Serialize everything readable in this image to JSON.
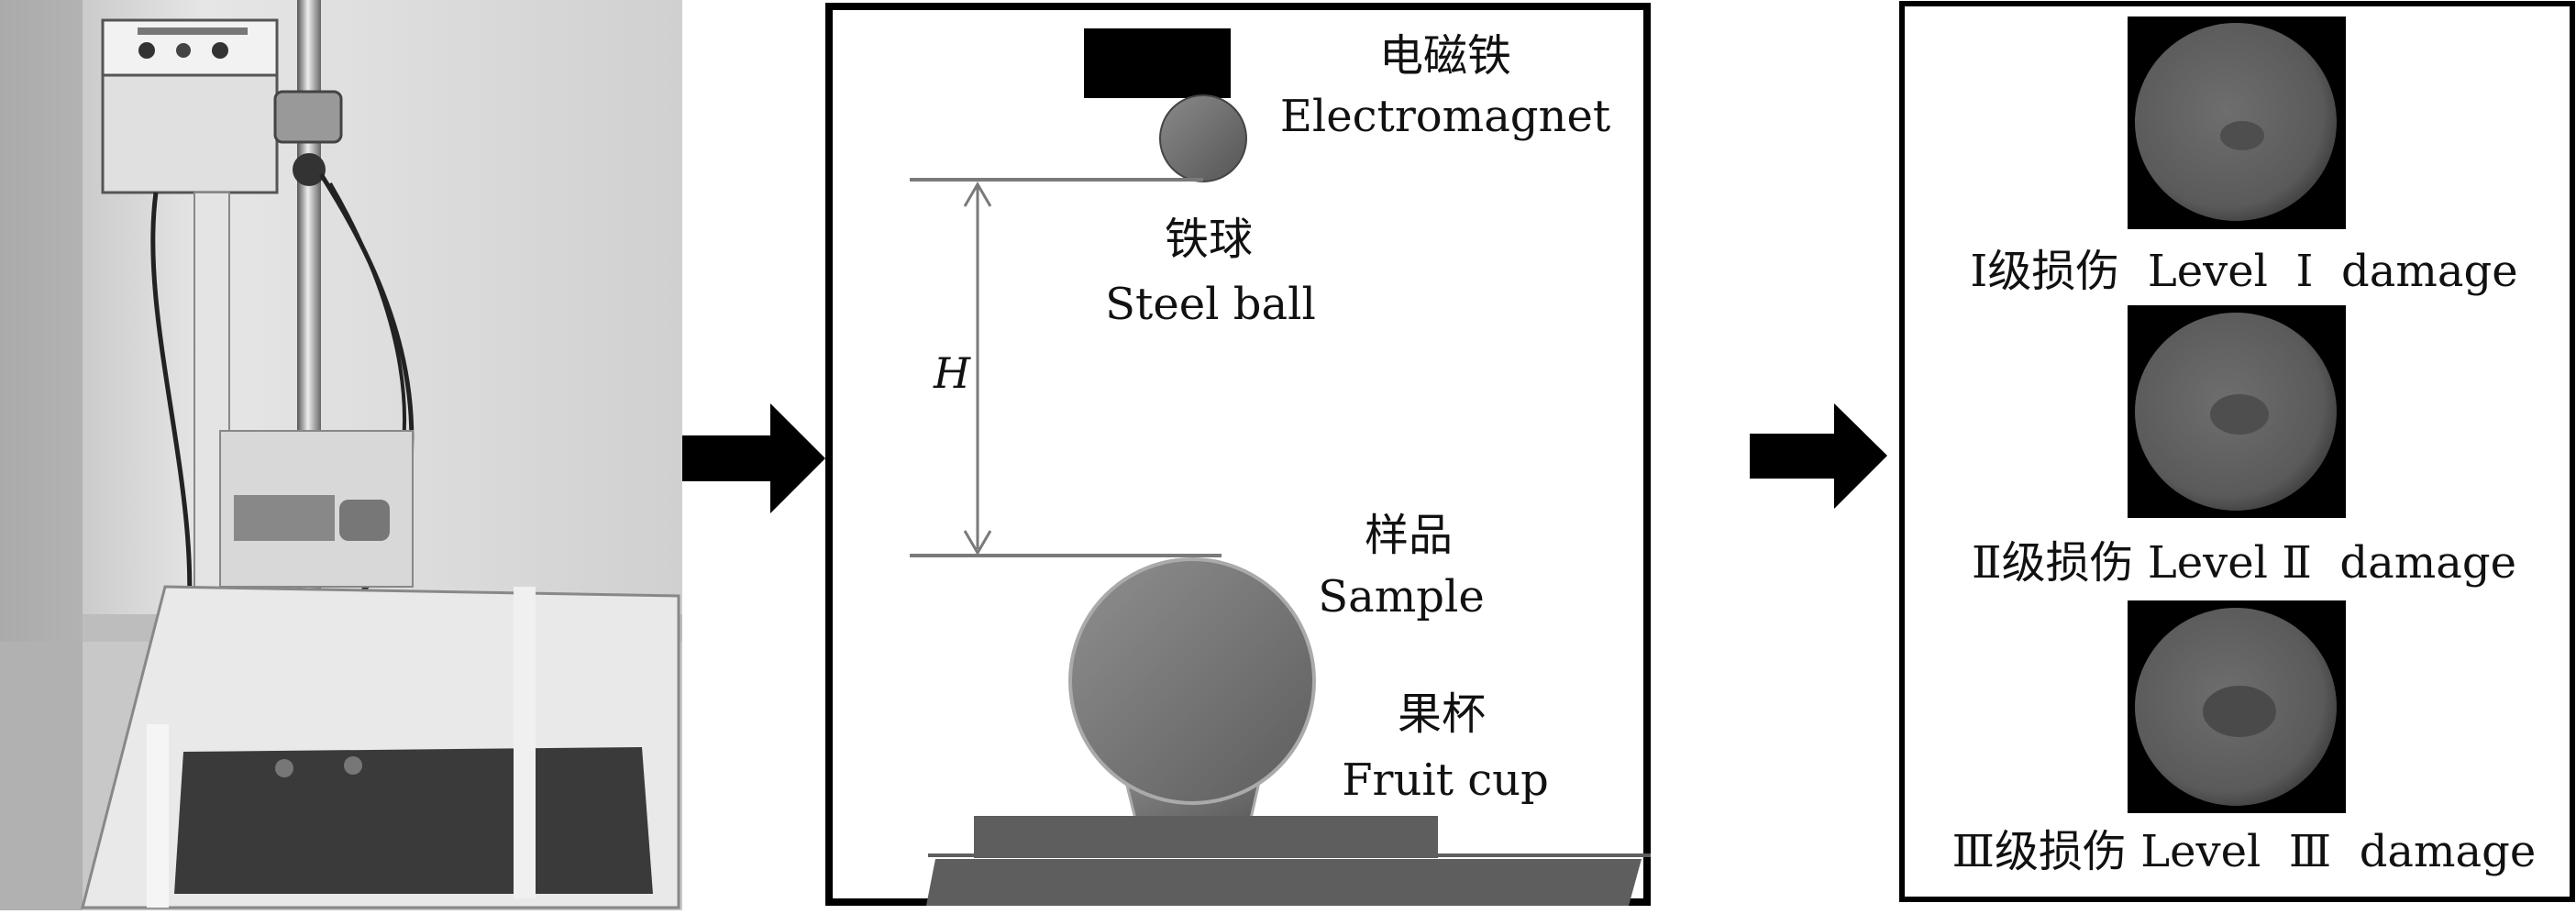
{
  "photo": {
    "label": ""
  },
  "schematic": {
    "electromagnet": {
      "zh": "电磁铁",
      "en": "Electromagnet"
    },
    "steel_ball": {
      "zh": "铁球",
      "en": "Steel ball"
    },
    "height_symbol": "H",
    "sample": {
      "zh": "样品",
      "en": "Sample"
    },
    "fruit_cup": {
      "zh": "果杯",
      "en": "Fruit cup"
    }
  },
  "damage_levels": [
    {
      "label": "Ⅰ级损伤  Level  Ⅰ  damage"
    },
    {
      "label": "Ⅱ级损伤 Level Ⅱ  damage"
    },
    {
      "label": "Ⅲ级损伤 Level  Ⅲ  damage"
    }
  ],
  "colors": {
    "frame": "#000000",
    "gray_fill": "#6b6b6b",
    "line": "#777777",
    "arrow": "#000000"
  }
}
